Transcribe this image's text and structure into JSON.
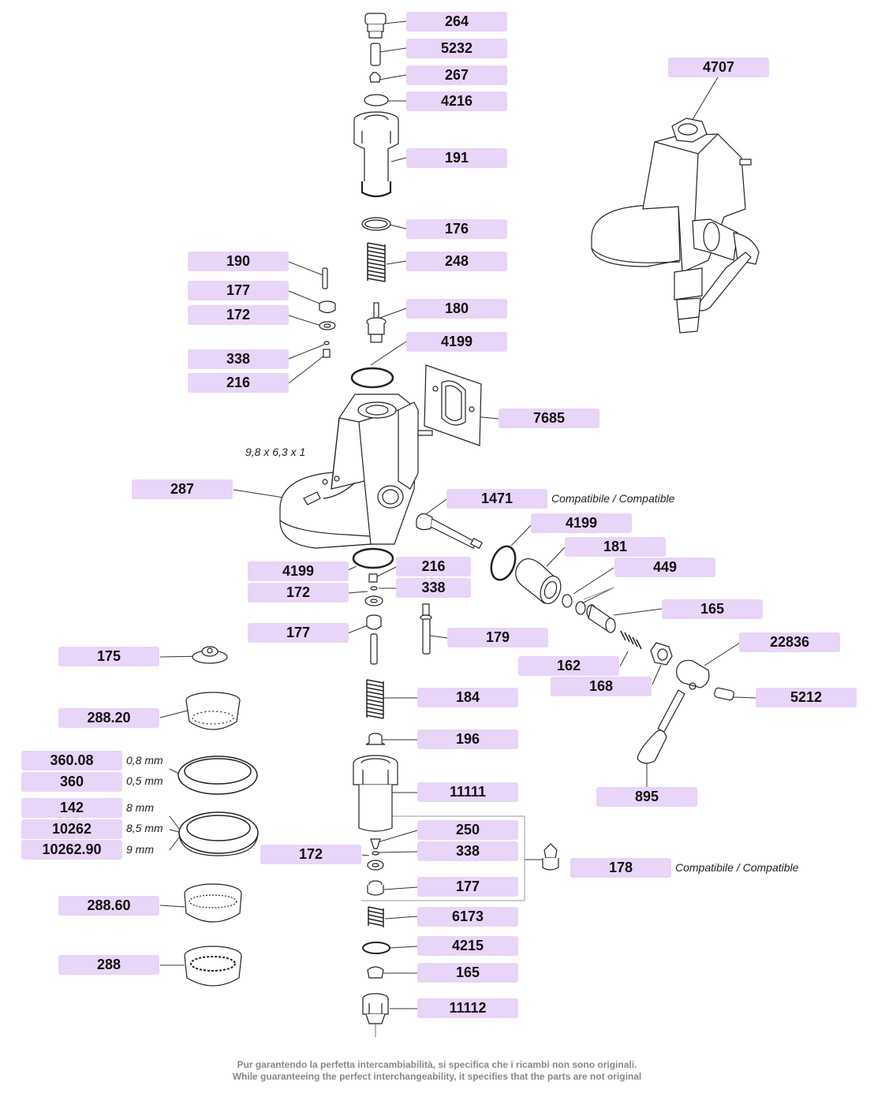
{
  "labels": {
    "p264": "264",
    "p5232": "5232",
    "p267": "267",
    "p4216": "4216",
    "p191": "191",
    "p176": "176",
    "p248": "248",
    "p180": "180",
    "p4199a": "4199",
    "p7685": "7685",
    "p4707": "4707",
    "p190": "190",
    "p177a": "177",
    "p172a": "172",
    "p338a": "338",
    "p216a": "216",
    "p287": "287",
    "p1471": "1471",
    "p4199b": "4199",
    "p181": "181",
    "p449": "449",
    "p165a": "165",
    "p4199c": "4199",
    "p216b": "216",
    "p172b": "172",
    "p338b": "338",
    "p177b": "177",
    "p179": "179",
    "p162": "162",
    "p168": "168",
    "p22836": "22836",
    "p5212": "5212",
    "p175": "175",
    "p184": "184",
    "p288_20": "288.20",
    "p196": "196",
    "p895": "895",
    "p360_08": "360.08",
    "p360": "360",
    "p11111": "11111",
    "p142": "142",
    "p10262": "10262",
    "p10262_90": "10262.90",
    "p250": "250",
    "p172c": "172",
    "p338c": "338",
    "p178": "178",
    "p177c": "177",
    "p288_60": "288.60",
    "p6173": "6173",
    "p4215": "4215",
    "p288": "288",
    "p165b": "165",
    "p11112": "11112"
  },
  "notes": {
    "hole_size": "9,8 x 6,3 x 1",
    "compat_1471": "Compatibile / Compatible",
    "compat_178": "Compatibile / Compatible",
    "mm_360_08": "0,8 mm",
    "mm_360": "0,5 mm",
    "mm_142": "8 mm",
    "mm_10262": "8,5 mm",
    "mm_10262_90": "9 mm"
  },
  "disclaimer": {
    "italian": "Pur garantendo la perfetta intercambiabilità, si specifica che i ricambi non sono originali.",
    "english": "While guaranteeing the perfect interchangeability, it specifies that the parts are not original"
  },
  "colors": {
    "label_fill": "#e8d5f7",
    "line": "#222222",
    "disclaimer_text": "#888888"
  }
}
